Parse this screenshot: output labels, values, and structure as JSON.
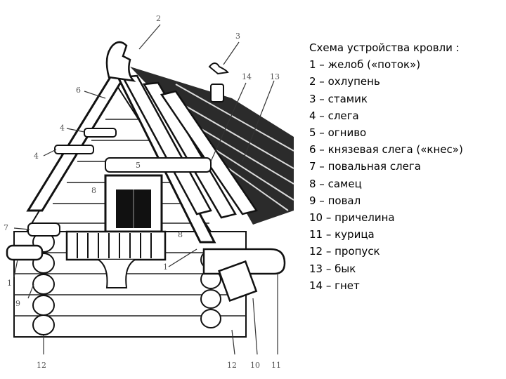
{
  "legend": {
    "title": "Схема устройства кровли :",
    "items": [
      "1 – желоб («поток»)",
      "2 – охлупень",
      "3 – стамик",
      "4 – слега",
      "5 – огниво",
      "6 – князевая слега («кнес»)",
      "7 – повальная слега",
      "8 – самец",
      "9 – повал",
      "10 – причелина",
      "11 – курица",
      "12 – пропуск",
      "13 – бык",
      "14 – гнет"
    ]
  },
  "callouts": {
    "c1a": "1",
    "c1b": "1",
    "c2": "2",
    "c3": "3",
    "c4a": "4",
    "c4b": "4",
    "c5": "5",
    "c6": "6",
    "c7": "7",
    "c8a": "8",
    "c8b": "8",
    "c9": "9",
    "c10": "10",
    "c11": "11",
    "c12a": "12",
    "c12b": "12",
    "c13": "13",
    "c14": "14"
  }
}
